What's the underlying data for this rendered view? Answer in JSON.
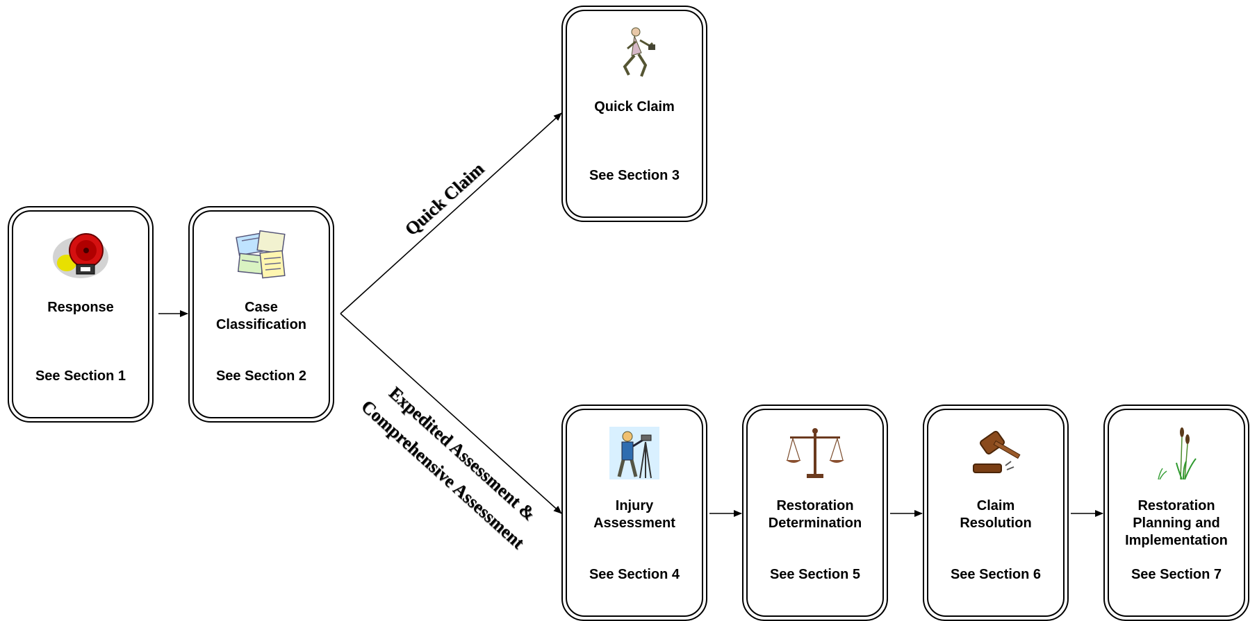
{
  "nodes": [
    {
      "id": "response",
      "icon": "alarm-bell-icon",
      "title": "Response",
      "section": "See Section 1"
    },
    {
      "id": "case-classification",
      "icon": "documents-icon",
      "title": "Case\nClassification",
      "section": "See Section 2"
    },
    {
      "id": "quick-claim",
      "icon": "running-man-icon",
      "title": "Quick Claim",
      "section": "See Section 3"
    },
    {
      "id": "injury-assessment",
      "icon": "surveyor-icon",
      "title": "Injury\nAssessment",
      "section": "See Section 4"
    },
    {
      "id": "restoration-determination",
      "icon": "scales-icon",
      "title": "Restoration\nDetermination",
      "section": "See Section 5"
    },
    {
      "id": "claim-resolution",
      "icon": "gavel-icon",
      "title": "Claim\nResolution",
      "section": "See Section 6"
    },
    {
      "id": "restoration-planning",
      "icon": "cattail-plant-icon",
      "title": "Restoration\nPlanning and\nImplementation",
      "section": "See Section 7"
    }
  ],
  "edges": [
    {
      "from": "response",
      "to": "case-classification",
      "label": ""
    },
    {
      "from": "case-classification",
      "to": "quick-claim",
      "label": "Quick Claim"
    },
    {
      "from": "case-classification",
      "to": "injury-assessment",
      "label": "Expedited Assessment &\nComprehensive Assessment"
    },
    {
      "from": "injury-assessment",
      "to": "restoration-determination",
      "label": ""
    },
    {
      "from": "restoration-determination",
      "to": "claim-resolution",
      "label": ""
    },
    {
      "from": "claim-resolution",
      "to": "restoration-planning",
      "label": ""
    }
  ],
  "edge_labels": {
    "quick_claim": "Quick Claim",
    "expedited_line1": "Expedited Assessment &",
    "expedited_line2": "Comprehensive Assessment"
  }
}
